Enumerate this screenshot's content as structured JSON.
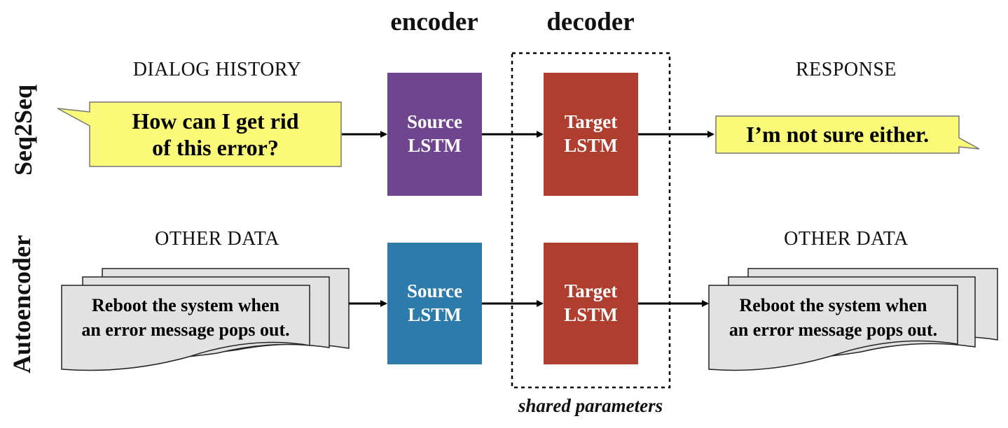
{
  "headers": {
    "encoder": "encoder",
    "decoder": "decoder"
  },
  "rows": {
    "top": "Seq2Seq",
    "bottom": "Autoencoder"
  },
  "captions": {
    "dialog_history": "DIALOG HISTORY",
    "response": "RESPONSE",
    "other_data_left": "OTHER DATA",
    "other_data_right": "OTHER DATA"
  },
  "boxes": {
    "top_source": {
      "line1": "Source",
      "line2": "LSTM"
    },
    "top_target": {
      "line1": "Target",
      "line2": "LSTM"
    },
    "bottom_source": {
      "line1": "Source",
      "line2": "LSTM"
    },
    "bottom_target": {
      "line1": "Target",
      "line2": "LSTM"
    }
  },
  "bubbles": {
    "input_line1": "How can I get rid",
    "input_line2": "of this error?",
    "response": "I’m not sure either."
  },
  "documents": {
    "left_line1": "Reboot the system when",
    "left_line2": "an error message pops out.",
    "right_line1": "Reboot the system when",
    "right_line2": "an error message pops out."
  },
  "shared_note": "shared parameters",
  "colors": {
    "purple_box": "#6f4590",
    "blue_box": "#2d7bab",
    "red_box": "#b03e2e",
    "bubble_fill": "#fafa78",
    "document_fill": "#e2e2e2"
  }
}
